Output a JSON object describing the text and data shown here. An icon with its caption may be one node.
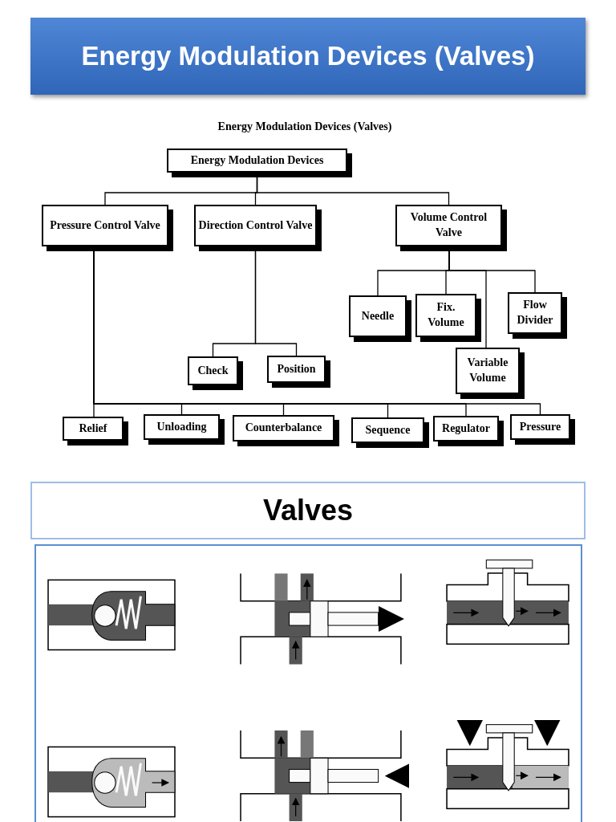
{
  "diagram": {
    "title": "Energy Modulation Devices (Valves)",
    "nodes": [
      {
        "text": [
          "Energy Modulation Devices"
        ]
      },
      {
        "text": [
          "Pressure Control Valve"
        ]
      },
      {
        "text": [
          "Direction Control Valve"
        ]
      },
      {
        "text": [
          "Volume Control Valve"
        ]
      },
      {
        "text": [
          "Needle"
        ]
      },
      {
        "text": [
          "Fix. Volume"
        ]
      },
      {
        "text": [
          "Flow Divider"
        ]
      },
      {
        "text": [
          "Check"
        ]
      },
      {
        "text": [
          "Position"
        ]
      },
      {
        "text": [
          "Variable Volume"
        ]
      },
      {
        "text": [
          "Relief"
        ]
      },
      {
        "text": [
          "Unloading"
        ]
      },
      {
        "text": [
          "Counterbalance"
        ]
      },
      {
        "text": [
          "Sequence"
        ]
      },
      {
        "text": [
          "Regulator"
        ]
      },
      {
        "text": [
          "Pressure"
        ]
      }
    ],
    "edges": [
      {
        "from": 0,
        "to": 1,
        "arrow": "none"
      },
      {
        "from": 0,
        "to": 2,
        "arrow": "none"
      },
      {
        "from": 0,
        "to": 3,
        "arrow": "none"
      },
      {
        "from": 3,
        "to": 4,
        "arrow": "none"
      },
      {
        "from": 3,
        "to": 5,
        "arrow": "none"
      },
      {
        "from": 3,
        "to": 6,
        "arrow": "none"
      },
      {
        "from": 3,
        "to": 9,
        "arrow": "none"
      },
      {
        "from": 2,
        "to": 7,
        "arrow": "none"
      },
      {
        "from": 2,
        "to": 8,
        "arrow": "none"
      },
      {
        "from": 1,
        "to": 10,
        "arrow": "none"
      },
      {
        "from": 1,
        "to": 11,
        "arrow": "none"
      },
      {
        "from": 1,
        "to": 12,
        "arrow": "none"
      },
      {
        "from": 1,
        "to": 13,
        "arrow": "none"
      },
      {
        "from": 1,
        "to": 14,
        "arrow": "none"
      },
      {
        "from": 1,
        "to": 15,
        "arrow": "none"
      }
    ],
    "labels": [
      "Energy Modulation Devices (Valves)",
      "Valves"
    ]
  }
}
